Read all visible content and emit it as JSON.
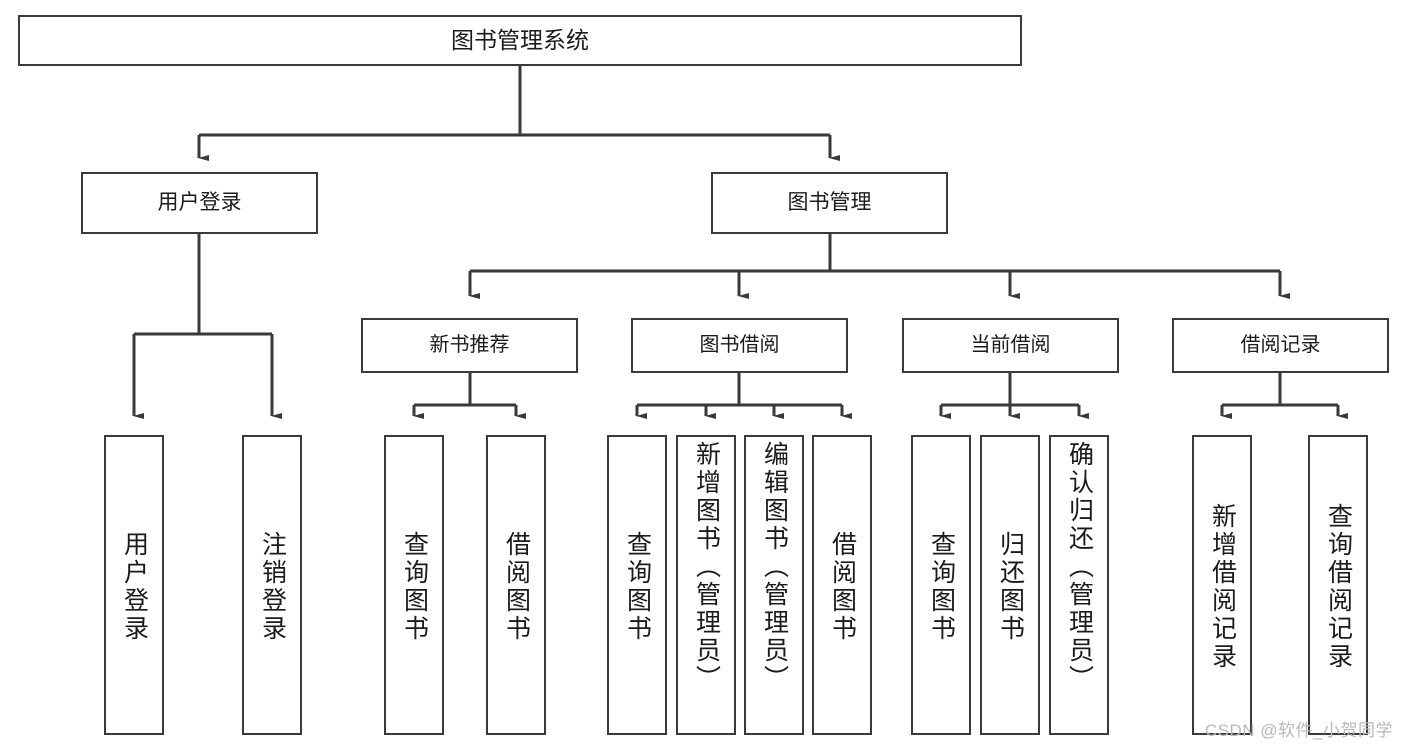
{
  "diagram": {
    "title_box": {
      "label": "图书管理系统"
    },
    "level1": [
      {
        "label": "用户登录"
      },
      {
        "label": "图书管理"
      }
    ],
    "level2": [
      {
        "label": "新书推荐"
      },
      {
        "label": "图书借阅"
      },
      {
        "label": "当前借阅"
      },
      {
        "label": "借阅记录"
      }
    ],
    "leaves": {
      "user_login": [
        {
          "label": "用户登录"
        },
        {
          "label": "注销登录"
        }
      ],
      "new_book_recommend": [
        {
          "label": "查询图书"
        },
        {
          "label": "借阅图书"
        }
      ],
      "book_borrow": [
        {
          "label": "查询图书"
        },
        {
          "label": "新增图书（管理员）"
        },
        {
          "label": "编辑图书（管理员）"
        },
        {
          "label": "借阅图书"
        }
      ],
      "current_borrow": [
        {
          "label": "查询图书"
        },
        {
          "label": "归还图书"
        },
        {
          "label": "确认归还（管理员）"
        }
      ],
      "borrow_record": [
        {
          "label": "新增借阅记录"
        },
        {
          "label": "查询借阅记录"
        }
      ]
    },
    "watermark": {
      "text": "CSDN @软件_小贺同学"
    },
    "colors": {
      "box_border": "#3a3a3a",
      "box_fill": "#ffffff",
      "text": "#1b1b1b",
      "connector": "#3a3a3a",
      "watermark": "#b9b9b9"
    }
  }
}
